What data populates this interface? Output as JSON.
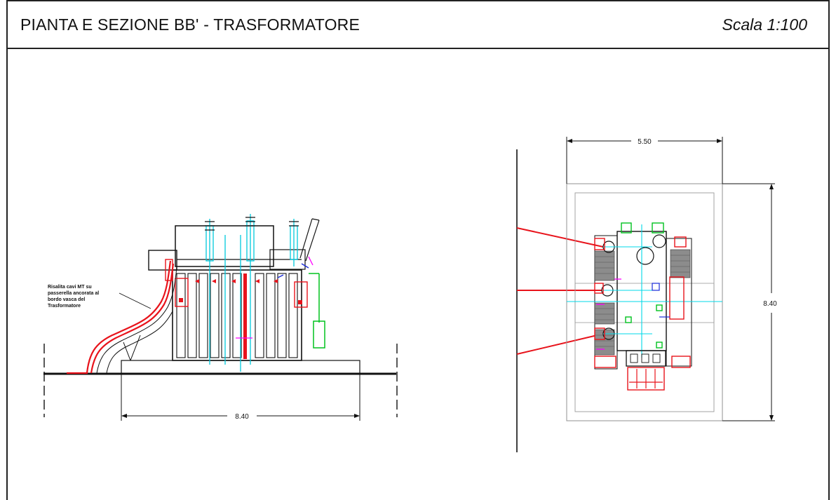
{
  "header": {
    "title": "PIANTA E SEZIONE BB' - TRASFORMATORE",
    "scale": "Scala 1:100"
  },
  "section_view": {
    "note_lines": [
      "Risalita cavi MT su",
      "passerella ancorata al",
      "bordo vasca del",
      "Trasformatore"
    ],
    "base_dimension": "8.40"
  },
  "plan_view": {
    "width_dimension": "5.50",
    "length_dimension": "8.40"
  },
  "colors": {
    "line": "#111111",
    "cable": "#e8131b",
    "accent_cyan": "#00d8e8",
    "accent_green": "#00c21e",
    "accent_magenta": "#ff00ff",
    "accent_blue": "#1a2bd8"
  }
}
